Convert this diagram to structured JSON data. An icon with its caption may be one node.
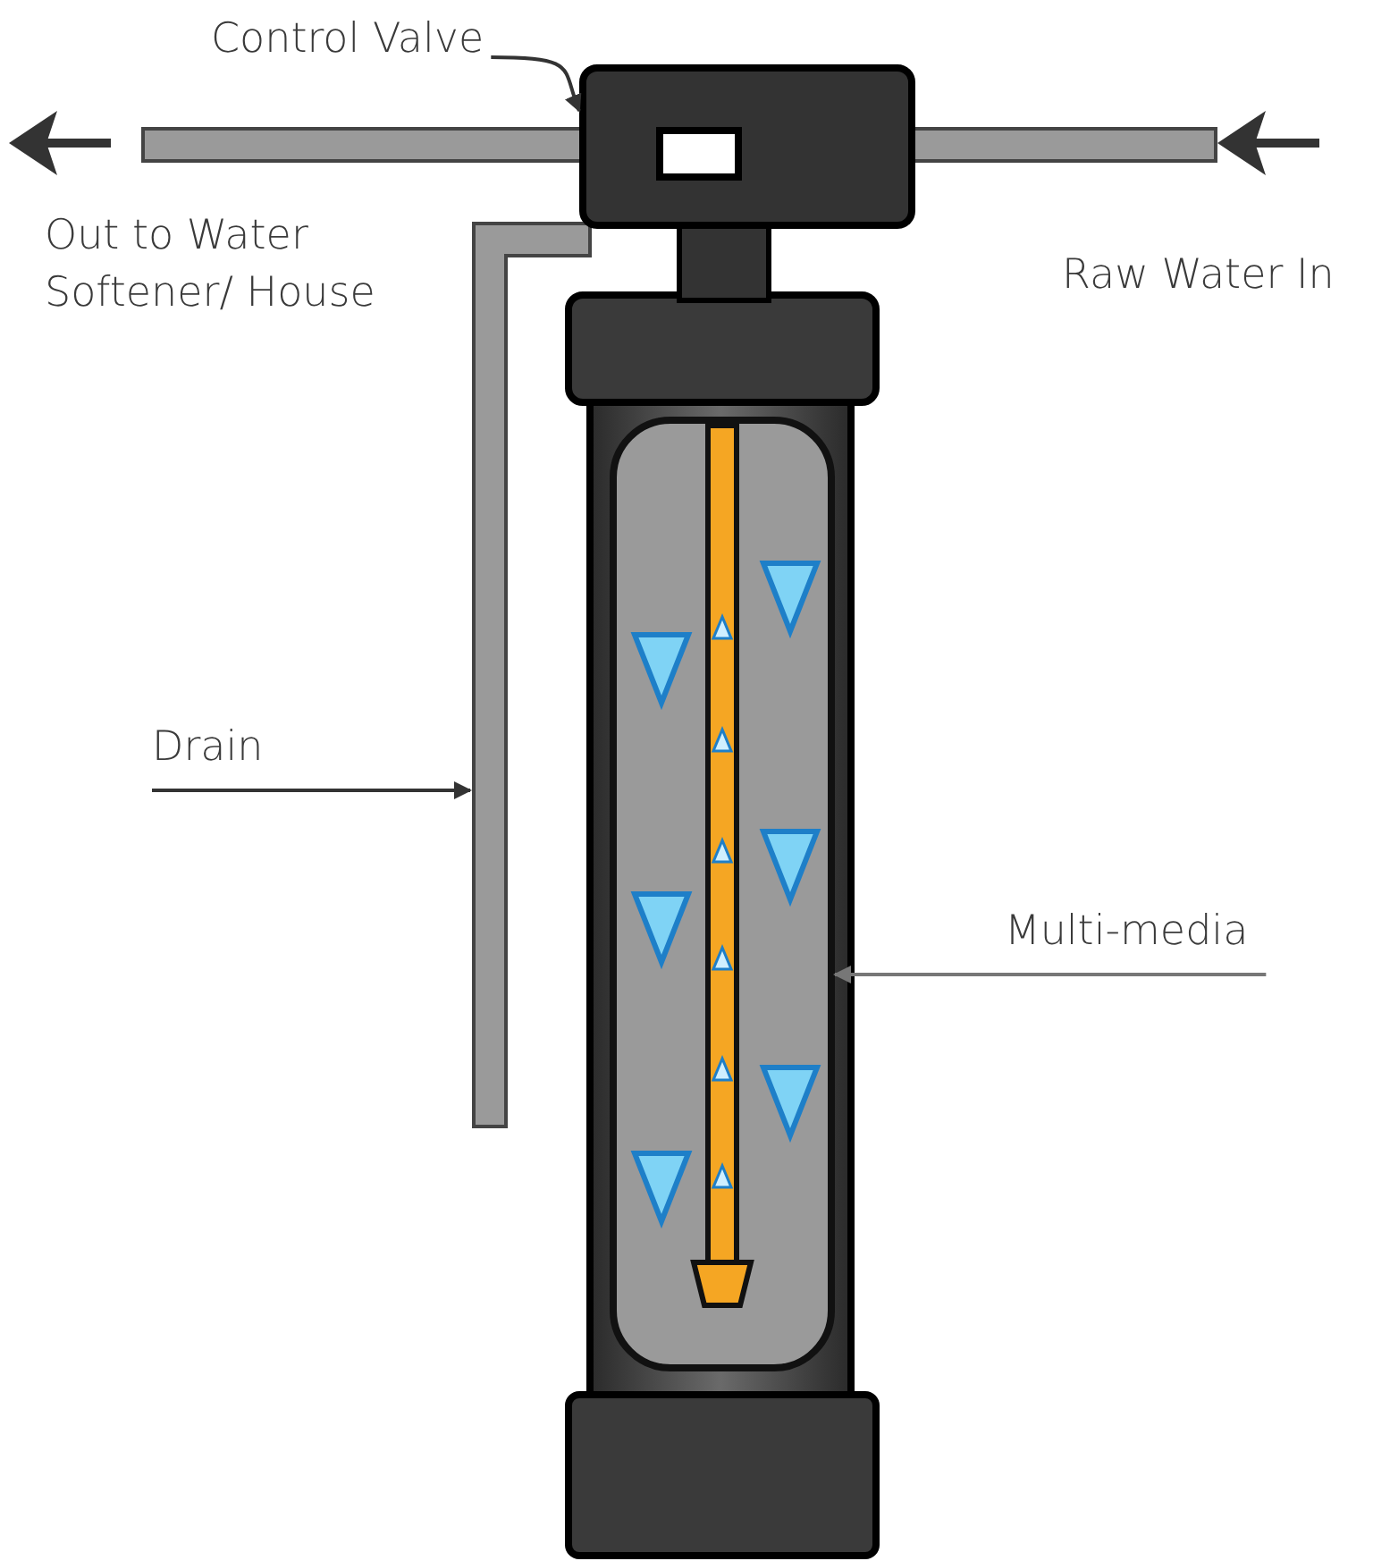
{
  "diagram": {
    "nodes": [
      {
        "text": [
          "Control Valve"
        ]
      },
      {
        "text": [],
        "shape": "picture"
      },
      {
        "text": [
          "Drain"
        ]
      },
      {
        "text": [],
        "shape": "picture"
      },
      {
        "text": [
          "Multi-media"
        ]
      },
      {
        "text": [],
        "shape": "picture"
      }
    ],
    "edges": [
      {
        "from": 0,
        "to": 1,
        "arrow": "to"
      },
      {
        "from": 2,
        "to": 3,
        "arrow": "to"
      },
      {
        "from": 4,
        "to": 5,
        "arrow": "to"
      }
    ],
    "labels": [
      "Out to Water Softener/ House",
      "Raw Water In"
    ]
  }
}
